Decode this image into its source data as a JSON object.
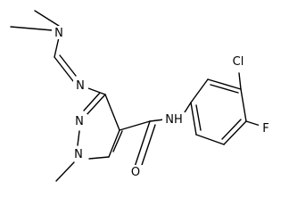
{
  "molecule": {
    "atoms": {
      "n_amine": "N",
      "n_imine": "N",
      "n_pyrazole_2": "N",
      "n_pyrazole_1": "N",
      "nh_amide": "NH",
      "o_carbonyl": "O",
      "cl": "Cl",
      "f": "F"
    }
  },
  "colors": {
    "ink": "#000000",
    "background": "#ffffff"
  }
}
